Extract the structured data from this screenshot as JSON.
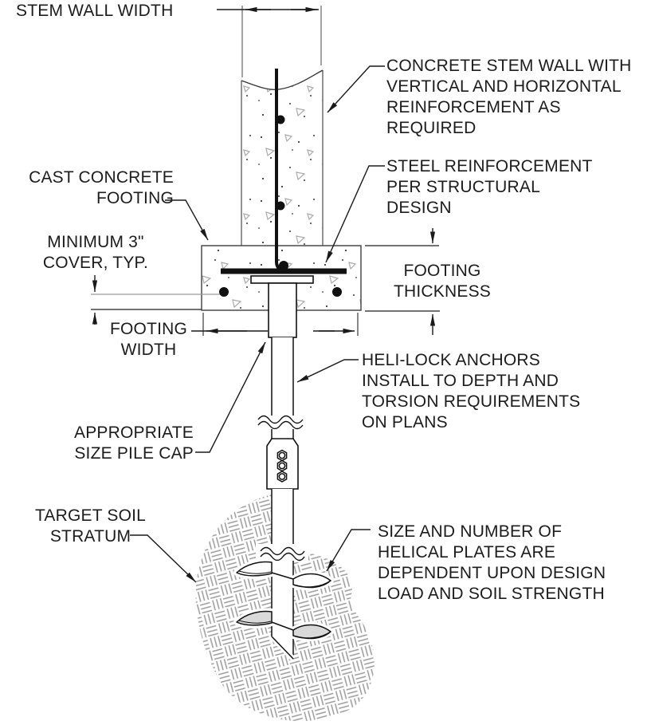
{
  "figure": {
    "type": "engineering-detail-drawing",
    "subject": "Helical pile anchor under concrete stem wall footing"
  },
  "labels": {
    "stem_wall_width": {
      "text": "STEM WALL WIDTH"
    },
    "concrete_stem_wall": {
      "lines": [
        "CONCRETE STEM WALL WITH",
        "VERTICAL AND HORIZONTAL",
        "REINFORCEMENT AS",
        "REQUIRED"
      ]
    },
    "cast_concrete_footing": {
      "lines": [
        "CAST CONCRETE",
        "FOOTING"
      ]
    },
    "minimum_cover": {
      "lines": [
        "MINIMUM 3\"",
        "COVER, TYP."
      ]
    },
    "footing_width": {
      "lines": [
        "FOOTING",
        "WIDTH"
      ]
    },
    "footing_thickness": {
      "lines": [
        "FOOTING",
        "THICKNESS"
      ]
    },
    "steel_reinforcement": {
      "lines": [
        "STEEL REINFORCEMENT",
        "PER STRUCTURAL",
        "DESIGN"
      ]
    },
    "heli_lock_anchors": {
      "lines": [
        "HELI-LOCK ANCHORS",
        "INSTALL TO DEPTH AND",
        "TORSION REQUIREMENTS",
        "ON PLANS"
      ]
    },
    "pile_cap": {
      "lines": [
        "APPROPRIATE",
        "SIZE PILE CAP"
      ]
    },
    "target_soil": {
      "lines": [
        "TARGET SOIL",
        "STRATUM"
      ]
    },
    "helical_plates": {
      "lines": [
        "SIZE AND NUMBER OF",
        "HELICAL PLATES ARE",
        "DEPENDENT UPON DESIGN",
        "LOAD AND SOIL STRENGTH"
      ]
    }
  },
  "colors": {
    "line": "#1a1a1a",
    "wall_edge": "#777777",
    "extension_line": "#8a8a8a",
    "soil_hatch": "#9a9a9a",
    "aggregate_triangle": "#aaaaaa",
    "background": "#ffffff"
  }
}
